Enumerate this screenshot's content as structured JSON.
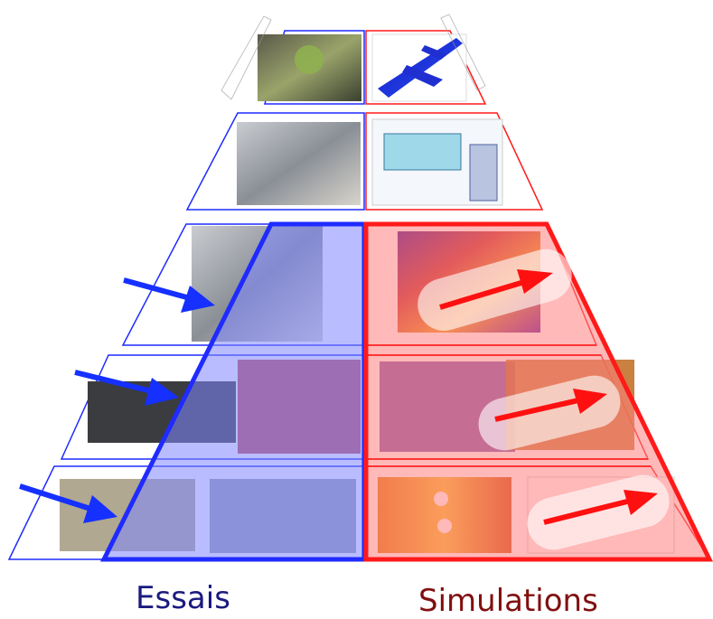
{
  "labels": {
    "left": "Essais",
    "right": "Simulations"
  },
  "colors": {
    "tests": "#1f2bff",
    "simulations": "#ff1a1a",
    "tests_fill": "#7f86ff",
    "simulations_fill": "#ff8080",
    "tests_label": "#1a1a80",
    "simulations_label": "#801010",
    "arrow_blue": "#1530ff",
    "arrow_red": "#ff1010"
  },
  "pyramid": {
    "levels": 5,
    "left_column": "tests",
    "right_column": "simulations"
  }
}
